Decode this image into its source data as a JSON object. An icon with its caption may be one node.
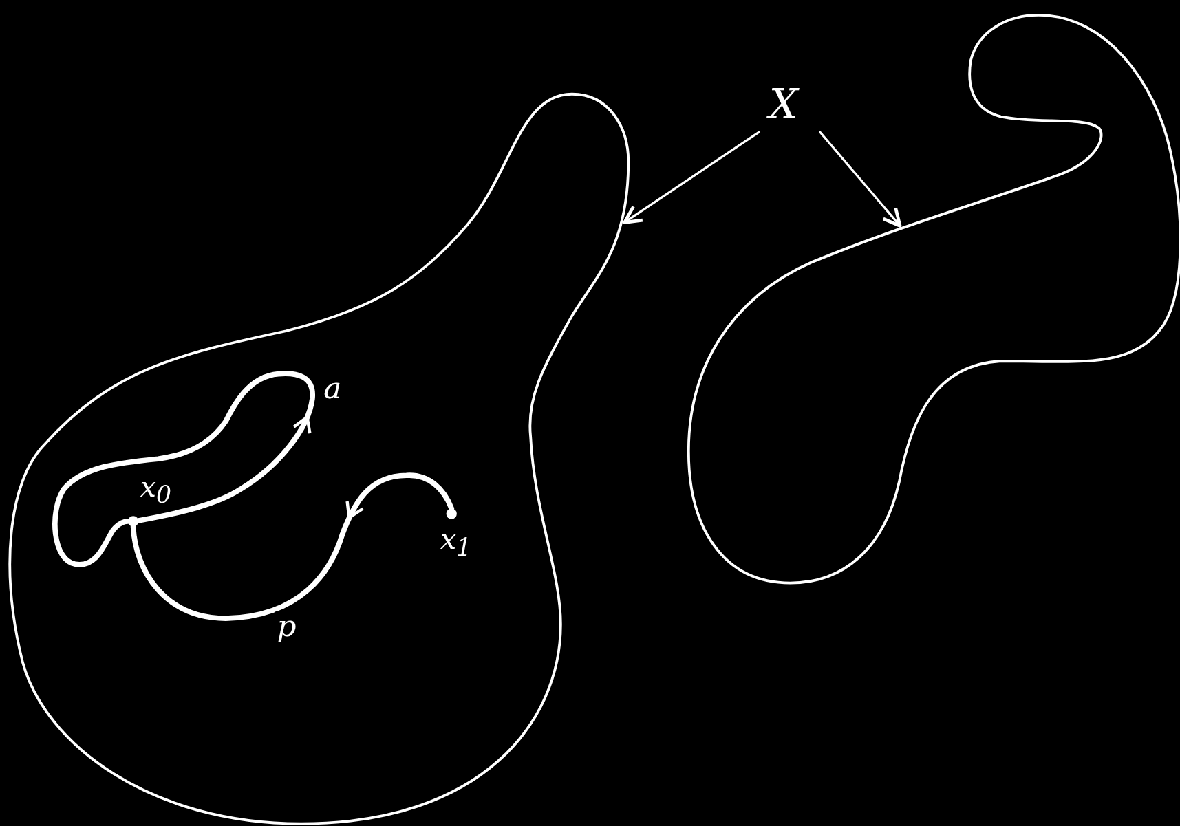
{
  "diagram": {
    "nodes": [
      {
        "text": [
          "X"
        ]
      },
      {
        "text": [],
        "shape": "blob"
      },
      {
        "text": [],
        "shape": "blob"
      },
      {
        "text": [],
        "shape": "circle",
        "beside": [
          "x$_{0}$"
        ],
        "in": 1
      },
      {
        "text": [],
        "shape": "circle",
        "beside": [
          "x$_{1}$"
        ],
        "in": 1
      }
    ],
    "edges": [
      {
        "from": 0,
        "to": 1,
        "arrow": "to"
      },
      {
        "from": 0,
        "to": 2,
        "arrow": "to"
      },
      {
        "from": 3,
        "to": 3,
        "arrow": "to",
        "label": "a",
        "style": "thick"
      },
      {
        "from": 4,
        "to": 3,
        "arrow": "to",
        "label": "p",
        "style": "thick"
      }
    ]
  }
}
